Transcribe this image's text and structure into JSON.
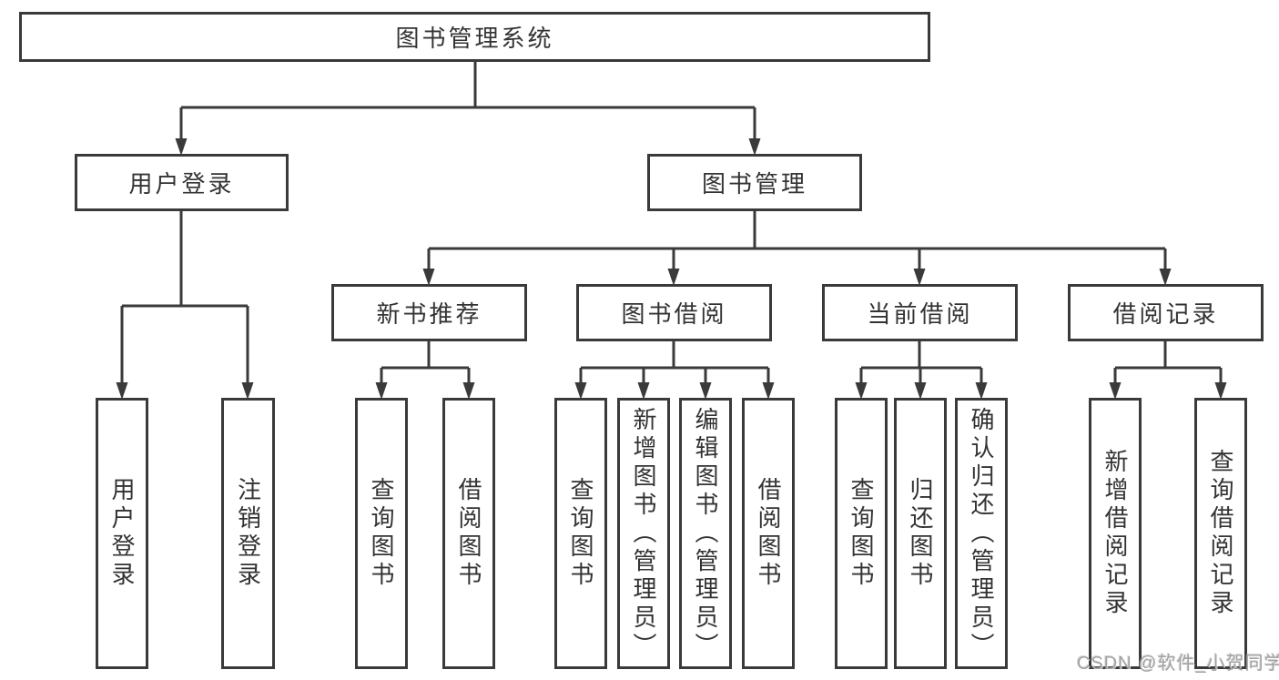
{
  "diagram": {
    "root": {
      "label": "图书管理系统"
    },
    "branches": [
      {
        "label": "用户登录",
        "children": [
          {
            "label": "用户登录"
          },
          {
            "label": "注销登录"
          }
        ]
      },
      {
        "label": "图书管理",
        "children": [
          {
            "label": "新书推荐",
            "children": [
              {
                "label": "查询图书"
              },
              {
                "label": "借阅图书"
              }
            ]
          },
          {
            "label": "图书借阅",
            "children": [
              {
                "label": "查询图书"
              },
              {
                "label": "新增图书（管理员）"
              },
              {
                "label": "编辑图书（管理员）"
              },
              {
                "label": "借阅图书"
              }
            ]
          },
          {
            "label": "当前借阅",
            "children": [
              {
                "label": "查询图书"
              },
              {
                "label": "归还图书"
              },
              {
                "label": "确认归还（管理员）"
              }
            ]
          },
          {
            "label": "借阅记录",
            "children": [
              {
                "label": "新增借阅记录"
              },
              {
                "label": "查询借阅记录"
              }
            ]
          }
        ]
      }
    ],
    "watermark": "CSDN @软件_小贺同学",
    "colors": {
      "line": "#3a3a3a",
      "box_border": "#3a3a3a",
      "text": "#333333",
      "watermark": "#a2a2a2",
      "background": "#ffffff"
    }
  }
}
